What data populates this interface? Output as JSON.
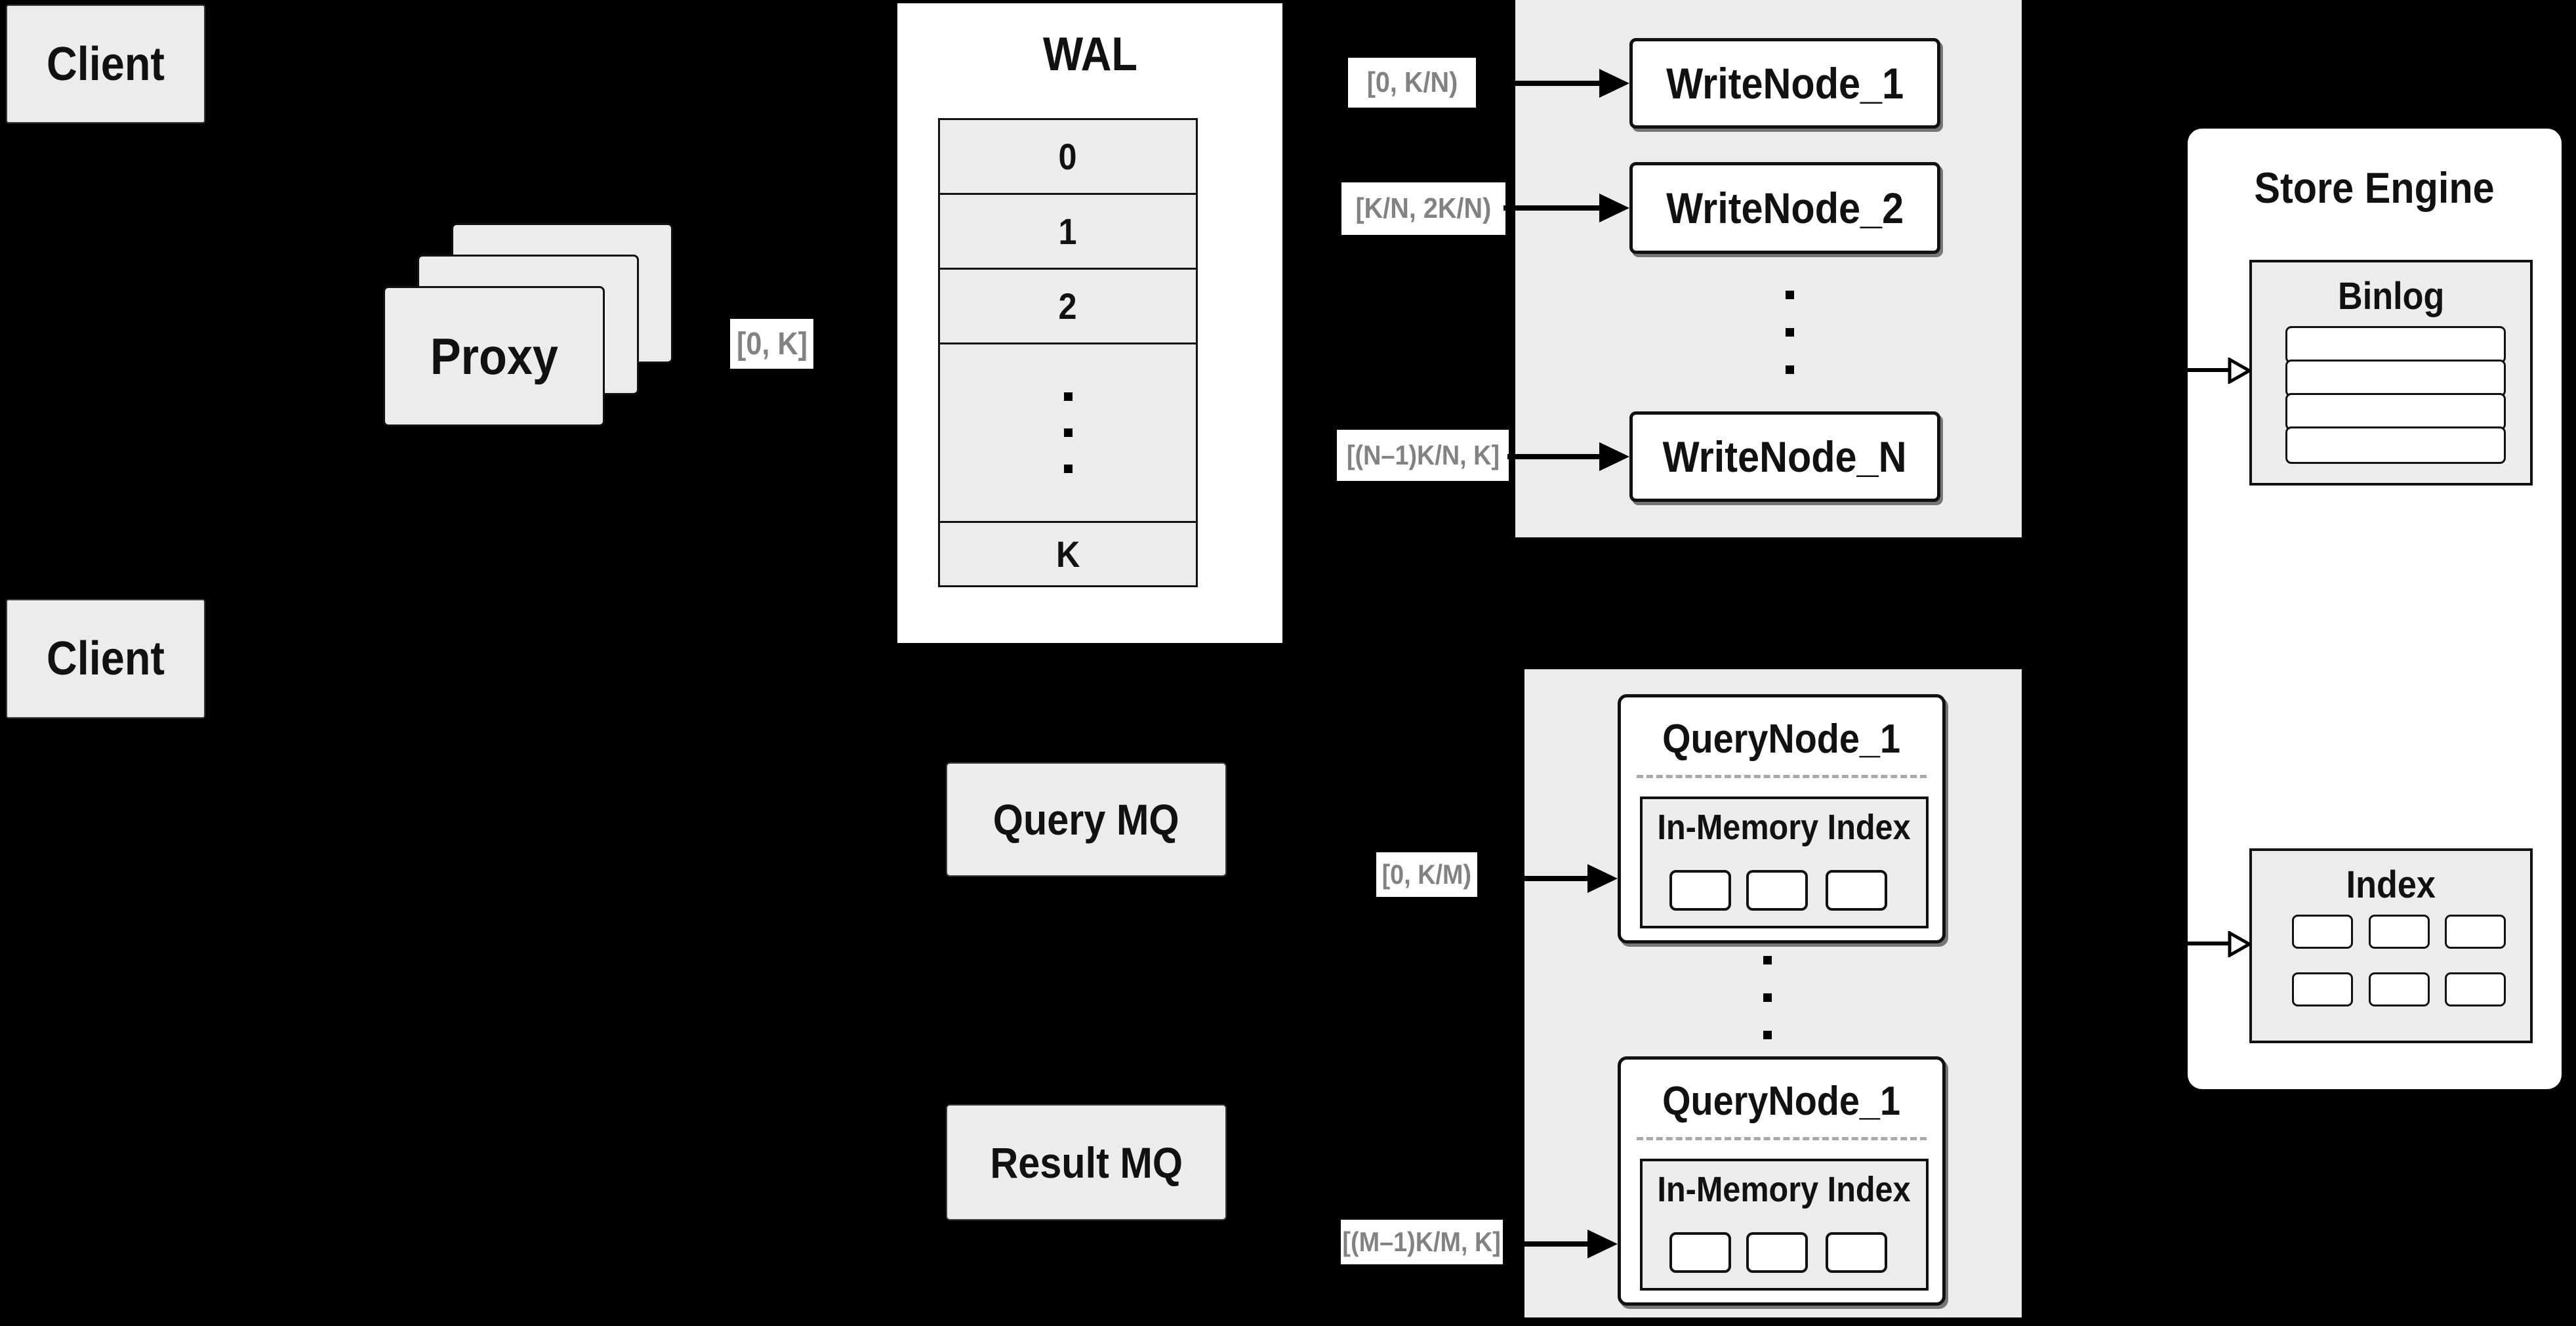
{
  "clients": {
    "top_label": "Client",
    "bottom_label": "Client"
  },
  "proxy": {
    "label": "Proxy",
    "range_label": "[0, K]"
  },
  "wal": {
    "title": "WAL",
    "rows": [
      "0",
      "1",
      "2"
    ],
    "last_row": "K"
  },
  "write_group": {
    "ranges": [
      "[0,  K/N)",
      "[K/N, 2K/N)",
      "[(N–1)K/N,  K]"
    ],
    "nodes": [
      "WriteNode_1",
      "WriteNode_2",
      "WriteNode_N"
    ]
  },
  "mq": {
    "query_label": "Query MQ",
    "result_label": "Result MQ"
  },
  "query_group": {
    "ranges": [
      "[0, K/M)",
      "[(M–1)K/M, K]"
    ],
    "nodes": [
      {
        "title": "QueryNode_1",
        "index_label": "In-Memory Index"
      },
      {
        "title": "QueryNode_1",
        "index_label": "In-Memory Index"
      }
    ]
  },
  "store_engine": {
    "title": "Store Engine",
    "binlog_label": "Binlog",
    "index_label": "Index"
  },
  "colors": {
    "background": "#000000",
    "box_fill": "#ececec",
    "node_fill": "#ffffff",
    "border": "#111111",
    "range_text": "#828282",
    "dash": "#a9a9a9"
  }
}
